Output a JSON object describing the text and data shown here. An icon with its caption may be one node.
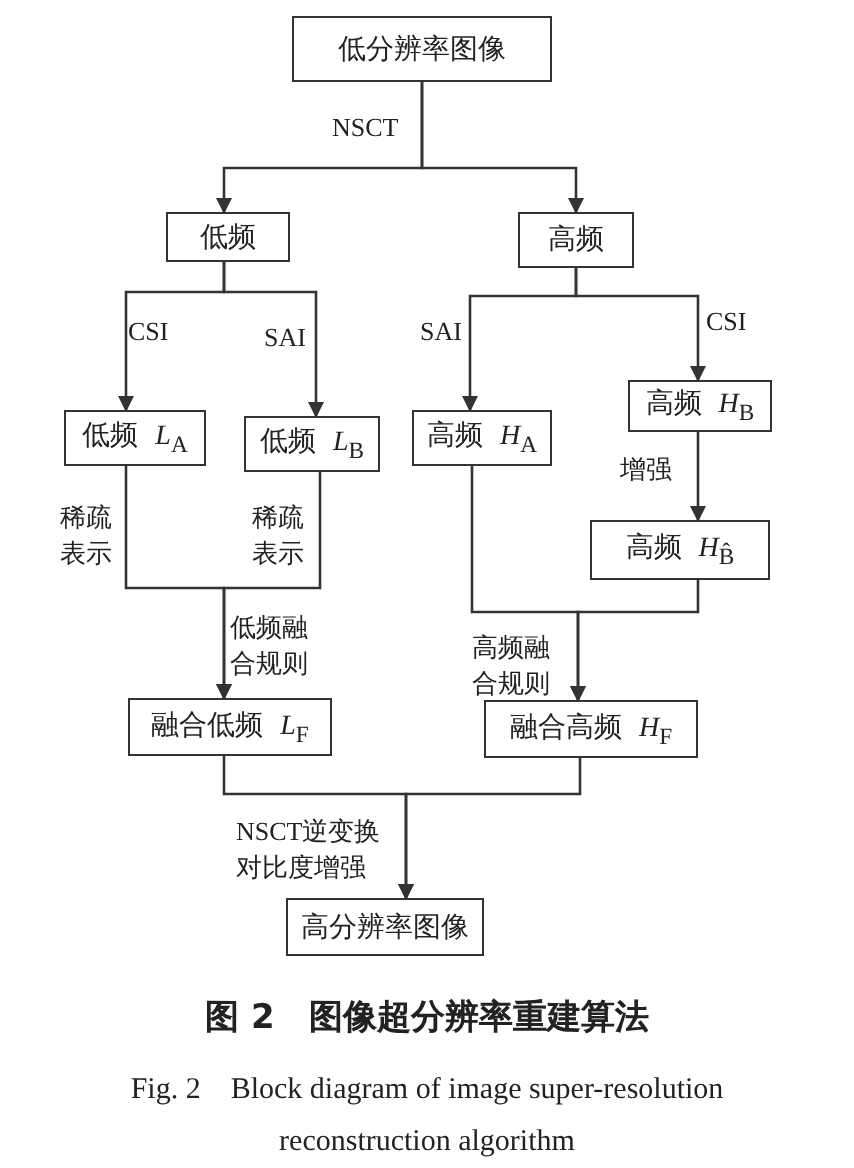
{
  "diagram": {
    "caption": "图 2　图像超分辨率重建算法",
    "nodes": [
      {
        "text": [
          "低分辨率图像"
        ]
      },
      {
        "text": [
          "低频"
        ]
      },
      {
        "text": [
          "高频"
        ]
      },
      {
        "text": [
          "低频 *L*$_{A}$"
        ]
      },
      {
        "text": [
          "低频 *L*$_{B}$"
        ]
      },
      {
        "text": [
          "高频 *H*$_{A}$"
        ]
      },
      {
        "text": [
          "高频 *H*$_{B}$"
        ]
      },
      {
        "text": [
          "高频 *H*$_{B̂}$"
        ]
      },
      {
        "text": [
          "融合低频 *L*$_{F}$"
        ]
      },
      {
        "text": [
          "融合高频 *H*$_{F}$"
        ]
      },
      {
        "text": [
          "高分辨率图像"
        ]
      }
    ],
    "edges": [
      {
        "from": 0,
        "to": 1,
        "arrow": "to"
      },
      {
        "from": 0,
        "to": 2,
        "arrow": "to"
      },
      {
        "from": 1,
        "to": 3,
        "arrow": "to",
        "label": "CSI"
      },
      {
        "from": 1,
        "to": 4,
        "arrow": "to",
        "label": "SAI"
      },
      {
        "from": 2,
        "to": 5,
        "arrow": "to",
        "label": "SAI"
      },
      {
        "from": 2,
        "to": 6,
        "arrow": "to",
        "label": "CSI"
      },
      {
        "from": 6,
        "to": 7,
        "arrow": "to",
        "label": "增强"
      },
      {
        "from": 3,
        "to": 8,
        "arrow": "to",
        "label": "稀疏表示"
      },
      {
        "from": 4,
        "to": 8,
        "arrow": "to",
        "label": "稀疏表示"
      },
      {
        "from": 5,
        "to": 9,
        "arrow": "to"
      },
      {
        "from": 7,
        "to": 9,
        "arrow": "to"
      },
      {
        "from": 8,
        "to": 10,
        "arrow": "to"
      },
      {
        "from": 9,
        "to": 10,
        "arrow": "to"
      }
    ],
    "labels": [
      "NSCT",
      "低频融合规则",
      "高频融合规则",
      "NSCT逆变换对比度增强",
      "Fig. 2　Block diagram of image super-resolution reconstruction algorithm"
    ]
  }
}
